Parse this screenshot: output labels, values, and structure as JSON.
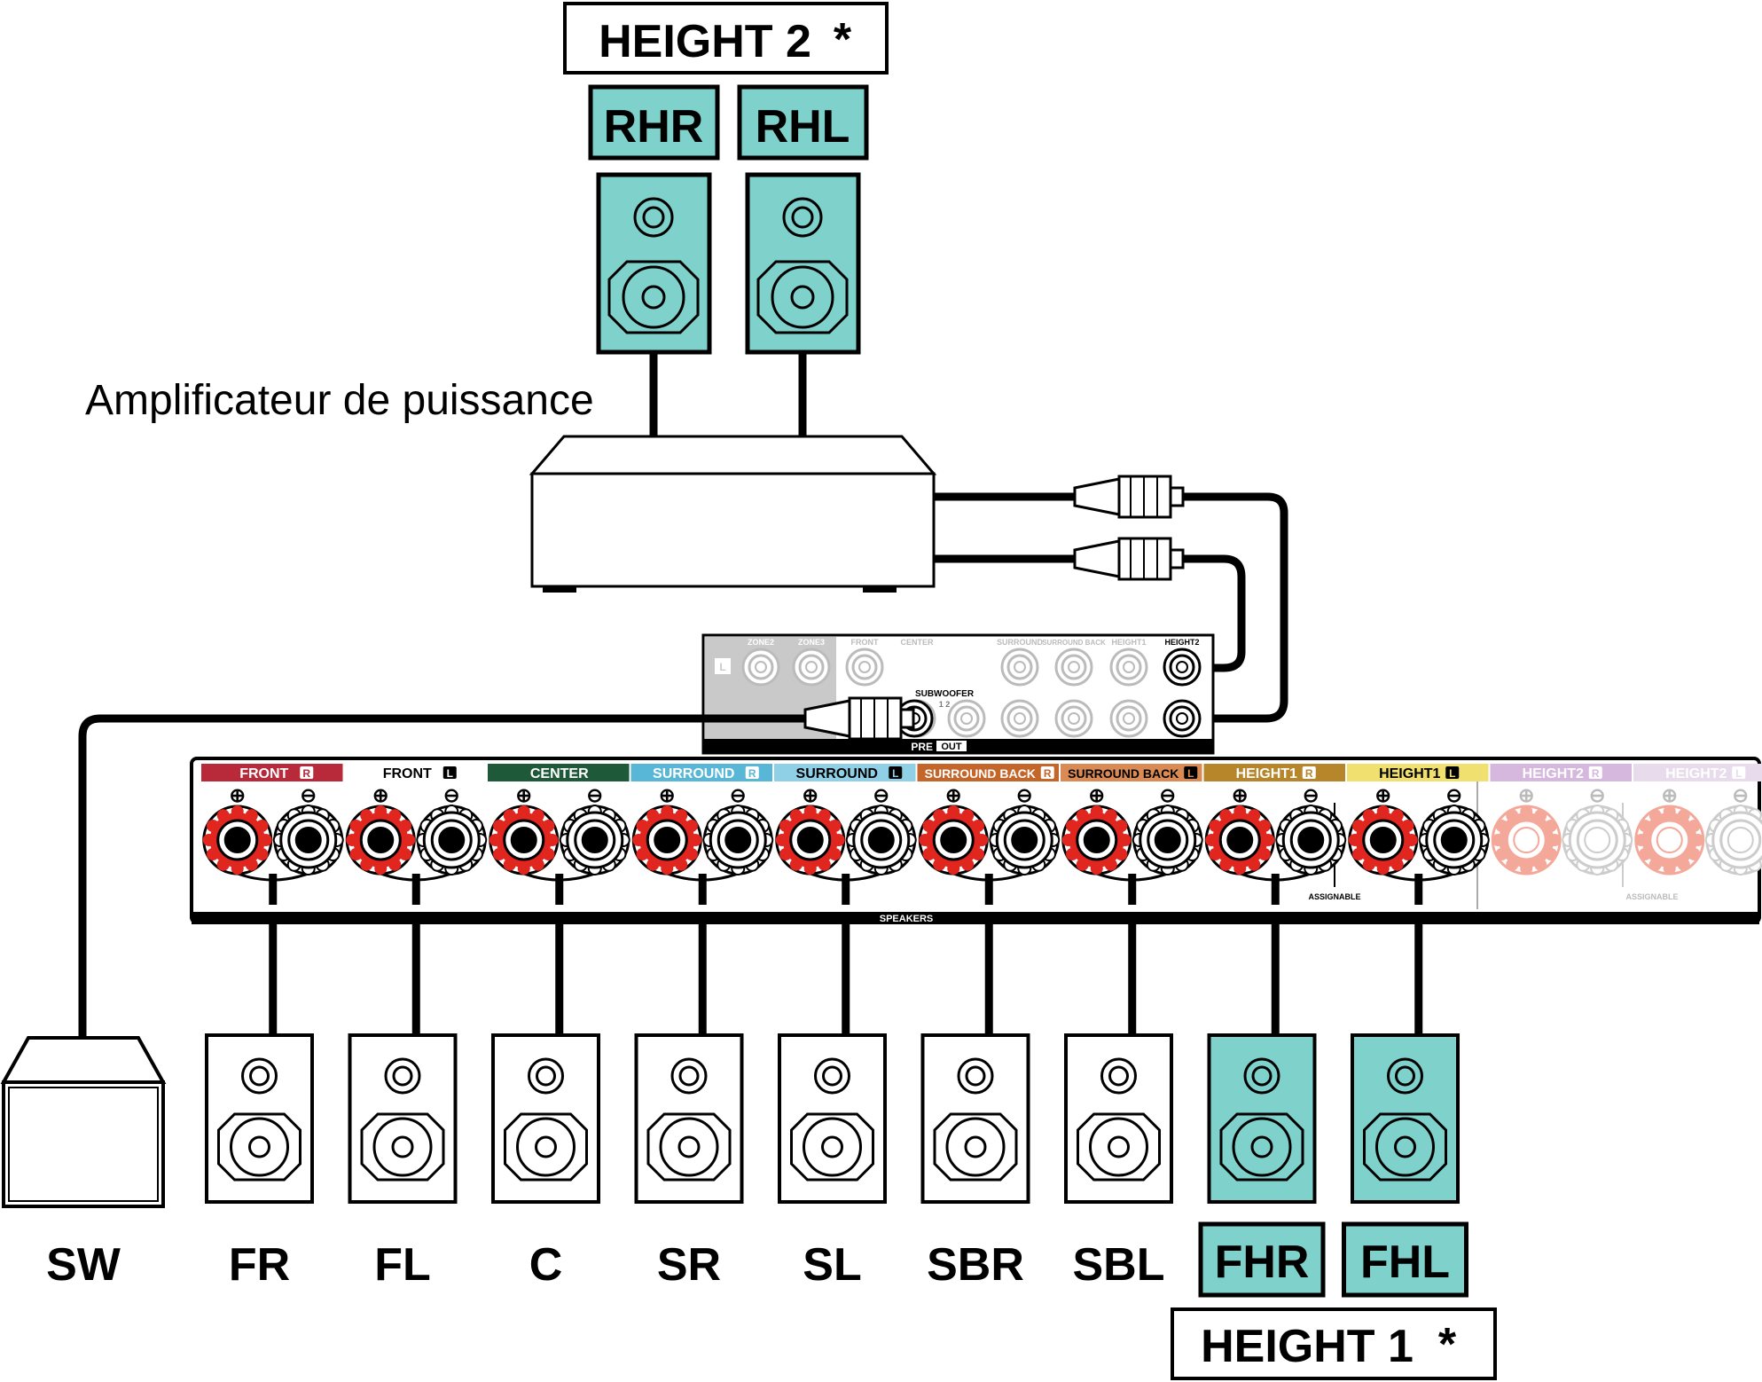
{
  "colors": {
    "teal": "#7fd1cc",
    "outline": "#000000",
    "red": "#e0261f",
    "front_r": "#b8293a",
    "center": "#1e5a3a",
    "surround_r": "#58b7d6",
    "surround_l": "#8fd0e6",
    "sb_r": "#c4652a",
    "sb_l": "#d98a55",
    "height1_r": "#b8862a",
    "height1_l": "#f0e070",
    "height2_r": "#d6b8de",
    "height2_l": "#e8dcec"
  },
  "height2_title": "HEIGHT 2",
  "height1_title": "HEIGHT 1",
  "asterisk": "*",
  "amp_label": "Amplificateur de puissance",
  "top_speakers": [
    {
      "code": "RHR"
    },
    {
      "code": "RHL"
    }
  ],
  "bottom_speakers": [
    {
      "code": "FR",
      "highlight": false
    },
    {
      "code": "FL",
      "highlight": false
    },
    {
      "code": "C",
      "highlight": false
    },
    {
      "code": "SR",
      "highlight": false
    },
    {
      "code": "SL",
      "highlight": false
    },
    {
      "code": "SBR",
      "highlight": false
    },
    {
      "code": "SBL",
      "highlight": false
    },
    {
      "code": "FHR",
      "highlight": true
    },
    {
      "code": "FHL",
      "highlight": true
    }
  ],
  "subwoofer_label": "SW",
  "preout": {
    "labels": [
      "ZONE2",
      "ZONE3",
      "FRONT",
      "CENTER",
      "SURROUND",
      "SURROUND BACK",
      "HEIGHT1",
      "HEIGHT2"
    ],
    "left_mark": "L",
    "subwoofer": "SUBWOOFER",
    "sub_numbers": "1  2",
    "footer_pre": "PRE",
    "footer_out": "OUT"
  },
  "speaker_terminals": [
    {
      "name": "FRONT",
      "side": "R",
      "color": "front_r",
      "dark": true
    },
    {
      "name": "FRONT",
      "side": "L",
      "color": "none",
      "dark": false
    },
    {
      "name": "CENTER",
      "side": "",
      "color": "center",
      "dark": true
    },
    {
      "name": "SURROUND",
      "side": "R",
      "color": "surround_r",
      "dark": true
    },
    {
      "name": "SURROUND",
      "side": "L",
      "color": "surround_l",
      "dark": false
    },
    {
      "name": "SURROUND BACK",
      "side": "R",
      "color": "sb_r",
      "dark": true
    },
    {
      "name": "SURROUND BACK",
      "side": "L",
      "color": "sb_l",
      "dark": false
    },
    {
      "name": "HEIGHT1",
      "side": "R",
      "color": "height1_r",
      "dark": true
    },
    {
      "name": "HEIGHT1",
      "side": "L",
      "color": "height1_l",
      "dark": false
    },
    {
      "name": "HEIGHT2",
      "side": "R",
      "color": "height2_r",
      "dark": true
    },
    {
      "name": "HEIGHT2",
      "side": "L",
      "color": "height2_l",
      "dark": true
    }
  ],
  "plus_symbol": "⊕",
  "minus_symbol": "⊖",
  "speakers_label": "SPEAKERS",
  "assignable_label": "ASSIGNABLE"
}
